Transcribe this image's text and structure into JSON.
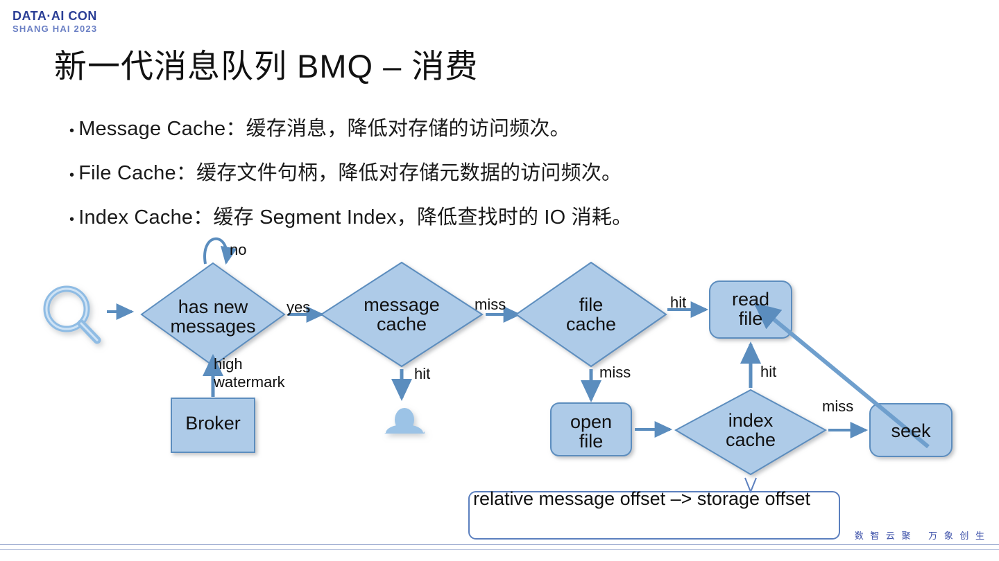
{
  "brand": {
    "line1": "DATA·AI CON",
    "line2": "SHANG HAI 2023",
    "color_primary": "#2b3f96",
    "color_secondary": "#6a7fc4"
  },
  "slide": {
    "title": "新一代消息队列 BMQ – 消费",
    "bullets": [
      {
        "marker": "•",
        "text": "Message Cache：缓存消息，降低对存储的访问频次。"
      },
      {
        "marker": "•",
        "text": "File Cache：缓存文件句柄，降低对存储元数据的访问频次。"
      },
      {
        "marker": "•",
        "text": "Index Cache：缓存 Segment Index，降低查找时的 IO 消耗。"
      }
    ]
  },
  "diagram": {
    "type": "flowchart",
    "shape_fill": "#aecbe8",
    "shape_stroke": "#5b8dbe",
    "arrow_color": "#5b8dbe",
    "nodes": [
      {
        "id": "search",
        "shape": "icon",
        "icon": "magnifier-icon",
        "label": ""
      },
      {
        "id": "has_new_messages",
        "shape": "diamond",
        "label": "has new\nmessages"
      },
      {
        "id": "broker",
        "shape": "rect",
        "label": "Broker"
      },
      {
        "id": "message_cache",
        "shape": "diamond",
        "label": "message\ncache"
      },
      {
        "id": "consumer",
        "shape": "icon",
        "icon": "person-icon",
        "label": ""
      },
      {
        "id": "file_cache",
        "shape": "diamond",
        "label": "file\ncache"
      },
      {
        "id": "open_file",
        "shape": "rounded-rect",
        "label": "open\nfile"
      },
      {
        "id": "read_file",
        "shape": "rounded-rect",
        "label": "read\nfile"
      },
      {
        "id": "index_cache",
        "shape": "diamond",
        "label": "index\ncache"
      },
      {
        "id": "seek",
        "shape": "rounded-rect",
        "label": "seek"
      }
    ],
    "edges": [
      {
        "from": "search",
        "to": "has_new_messages",
        "label": ""
      },
      {
        "from": "has_new_messages",
        "to": "has_new_messages",
        "label": "no"
      },
      {
        "from": "has_new_messages",
        "to": "message_cache",
        "label": "yes"
      },
      {
        "from": "broker",
        "to": "has_new_messages",
        "label": "high\nwatermark"
      },
      {
        "from": "message_cache",
        "to": "consumer",
        "label": "hit"
      },
      {
        "from": "message_cache",
        "to": "file_cache",
        "label": "miss"
      },
      {
        "from": "file_cache",
        "to": "read_file",
        "label": "hit"
      },
      {
        "from": "file_cache",
        "to": "open_file",
        "label": "miss"
      },
      {
        "from": "open_file",
        "to": "index_cache",
        "label": ""
      },
      {
        "from": "index_cache",
        "to": "read_file",
        "label": "hit"
      },
      {
        "from": "index_cache",
        "to": "seek",
        "label": "miss"
      },
      {
        "from": "seek",
        "to": "read_file",
        "label": ""
      }
    ],
    "callout": {
      "attached_to": "index_cache",
      "text": "relative message offset –> storage offset"
    }
  },
  "footer": {
    "tagline": "数 智 云 聚　 万 象 创 生"
  }
}
